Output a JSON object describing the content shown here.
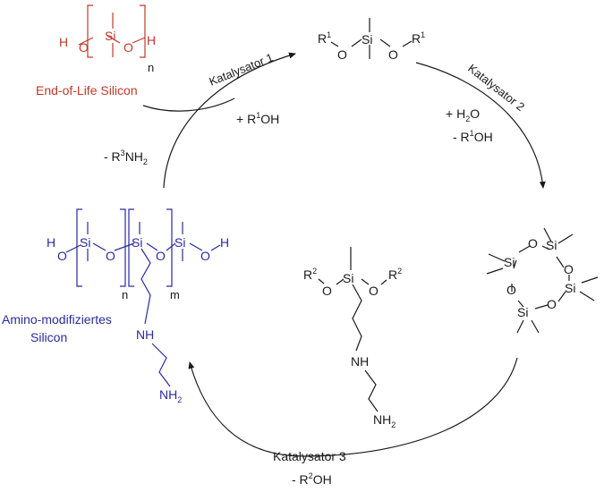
{
  "molecules": {
    "eol_silicon": {
      "label": "End-of-Life Silicon",
      "h_left": "H",
      "o_left": "O",
      "si": "Si",
      "o_right": "O",
      "h_right": "H",
      "n": "n"
    },
    "dialkoxysilane_r1": {
      "r_left": "R",
      "r_left_sup": "1",
      "o_left": "O",
      "si": "Si",
      "o_right": "O",
      "r_right": "R",
      "r_right_sup": "1"
    },
    "cyclosiloxane": {
      "si": "Si",
      "o": "O"
    },
    "aminosilane_r2": {
      "r_left": "R",
      "r_left_sup": "2",
      "o_left": "O",
      "si": "Si",
      "o_right": "O",
      "r_right": "R",
      "r_right_sup": "2",
      "nh": "NH",
      "nh2": "NH",
      "nh2_sub": "2"
    },
    "amino_silicon": {
      "label_line1": "Amino-modifiziertes",
      "label_line2": "Silicon",
      "h_left": "H",
      "o": "O",
      "si": "Si",
      "h_right": "H",
      "n": "n",
      "m": "m",
      "nh": "NH",
      "nh2": "NH",
      "nh2_sub": "2"
    }
  },
  "arrows": {
    "kat1": {
      "label": "Katalysator 1",
      "reagent": "+ R",
      "reagent_sup": "1",
      "reagent_tail": "OH"
    },
    "kat2": {
      "label": "Katalysator 2",
      "add": "+ H",
      "add_sub": "2",
      "add_tail": "O",
      "remove": "- R",
      "remove_sup": "1",
      "remove_tail": "OH"
    },
    "kat3": {
      "label": "Katalysator 3",
      "remove": "- R",
      "remove_sup": "2",
      "remove_tail": "OH"
    },
    "r3": {
      "remove": "- R",
      "remove_sup": "3",
      "remove_tail": "NH",
      "remove_sub": "2"
    }
  },
  "colors": {
    "red": "#c0392b",
    "blue": "#2a2aa0",
    "black": "#1a1a1a"
  }
}
